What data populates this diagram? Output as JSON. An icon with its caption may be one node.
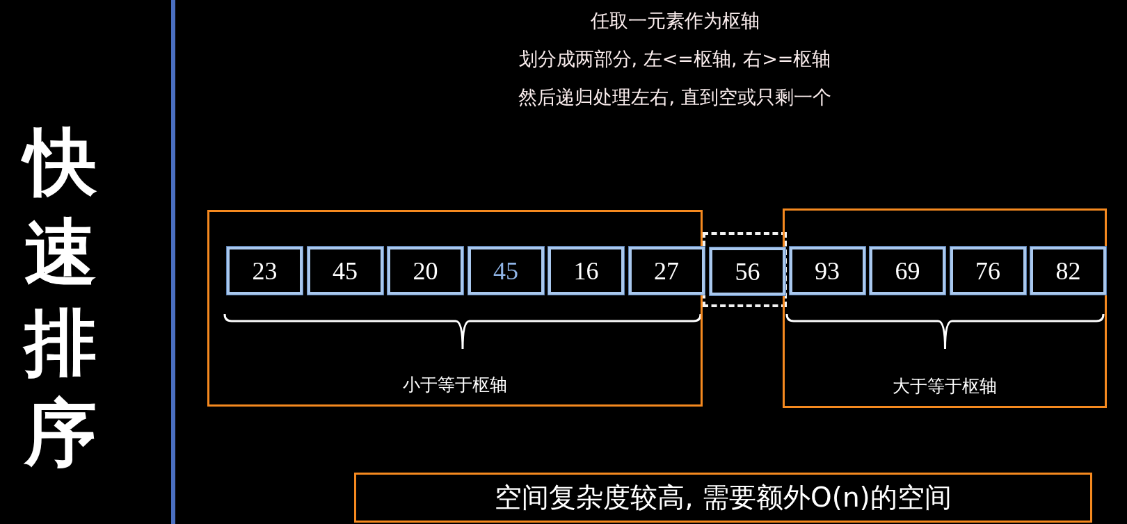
{
  "diagram": {
    "title": "快速排序",
    "nodes": [
      {
        "text": [
          "小于等于枢轴"
        ]
      },
      {
        "text": [
          "23"
        ],
        "in": 0
      },
      {
        "text": [
          "45"
        ],
        "in": 0
      },
      {
        "text": [
          "20"
        ],
        "in": 0
      },
      {
        "text": [
          "45"
        ],
        "in": 0
      },
      {
        "text": [
          "16"
        ],
        "in": 0
      },
      {
        "text": [
          "27"
        ],
        "in": 0
      },
      {
        "text": [],
        "shape": "box"
      },
      {
        "text": [
          "56"
        ],
        "in": 7
      },
      {
        "text": [
          "大于等于枢轴"
        ]
      },
      {
        "text": [
          "93"
        ],
        "in": 9
      },
      {
        "text": [
          "69"
        ],
        "in": 9
      },
      {
        "text": [
          "76"
        ],
        "in": 9
      },
      {
        "text": [
          "82"
        ],
        "in": 9
      },
      {
        "text": [
          "空间复杂度较高, 需要额外O(n)的空间"
        ]
      }
    ],
    "labels": [
      "任取一元素作为枢轴",
      "划分成两部分, 左<=枢轴, 右>=枢轴",
      "然后递归处理左右, 直到空或只剩一个"
    ]
  }
}
